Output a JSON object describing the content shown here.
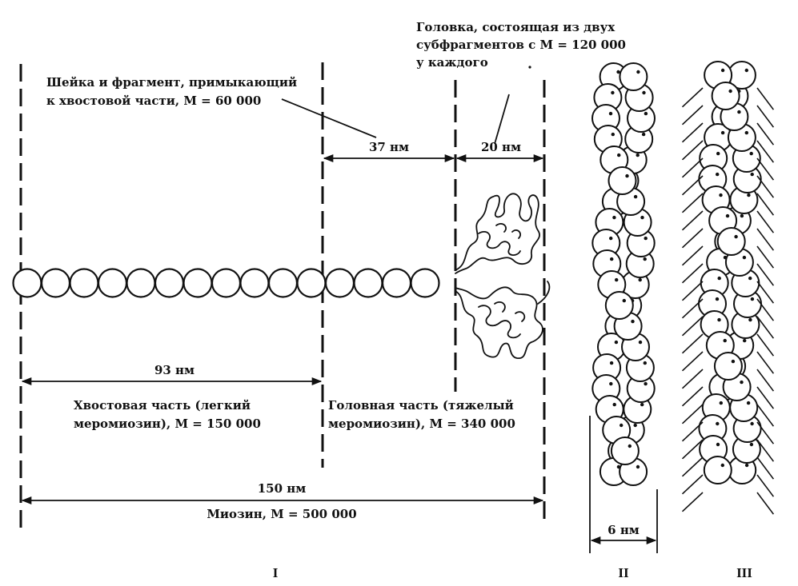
{
  "labels": {
    "neck": [
      "Шейка и фрагмент, примыкающий",
      "к хвостовой части, M = 60 000"
    ],
    "head": [
      "Головка, состоящая из двух",
      "субфрагментов с M = 120 000",
      "у каждого"
    ],
    "len37": "37 нм",
    "len20": "20 нм",
    "len93": "93 нм",
    "tail": [
      "Хвостовая часть (легкий",
      "меромиозин), M = 150 000"
    ],
    "headpart": [
      "Головная часть (тяжелый",
      "меромиозин), M = 340 000"
    ],
    "len150": "150 нм",
    "myosin": "Миозин, M = 500 000",
    "len6": "6 нм"
  },
  "panels": {
    "i": "I",
    "ii": "II",
    "iii": "III"
  }
}
